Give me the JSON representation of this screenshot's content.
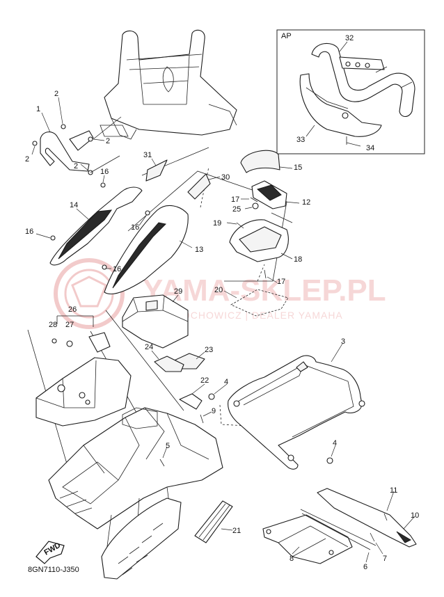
{
  "diagram": {
    "code": "8GN7110-J350",
    "inset_label": "AP",
    "fwd_label": "FWD",
    "watermark": {
      "main": "YAMA-SKLEP.PL",
      "sub": "MOTOCHOWICZ | DEALER YAMAHA",
      "color": "#e8a0a0"
    },
    "callouts": [
      {
        "id": "c1",
        "text": "1"
      },
      {
        "id": "c2a",
        "text": "2"
      },
      {
        "id": "c2b",
        "text": "2"
      },
      {
        "id": "c2c",
        "text": "2"
      },
      {
        "id": "c2d",
        "text": "2"
      },
      {
        "id": "c3",
        "text": "3"
      },
      {
        "id": "c4a",
        "text": "4"
      },
      {
        "id": "c4b",
        "text": "4"
      },
      {
        "id": "c5",
        "text": "5"
      },
      {
        "id": "c6",
        "text": "6"
      },
      {
        "id": "c7",
        "text": "7"
      },
      {
        "id": "c8",
        "text": "8"
      },
      {
        "id": "c9",
        "text": "9"
      },
      {
        "id": "c10",
        "text": "10"
      },
      {
        "id": "c11",
        "text": "11"
      },
      {
        "id": "c12",
        "text": "12"
      },
      {
        "id": "c13",
        "text": "13"
      },
      {
        "id": "c14",
        "text": "14"
      },
      {
        "id": "c15",
        "text": "15"
      },
      {
        "id": "c16a",
        "text": "16"
      },
      {
        "id": "c16b",
        "text": "16"
      },
      {
        "id": "c16c",
        "text": "16"
      },
      {
        "id": "c16d",
        "text": "16"
      },
      {
        "id": "c17a",
        "text": "17"
      },
      {
        "id": "c17b",
        "text": "17"
      },
      {
        "id": "c18",
        "text": "18"
      },
      {
        "id": "c19",
        "text": "19"
      },
      {
        "id": "c20",
        "text": "20"
      },
      {
        "id": "c21",
        "text": "21"
      },
      {
        "id": "c22",
        "text": "22"
      },
      {
        "id": "c23",
        "text": "23"
      },
      {
        "id": "c24",
        "text": "24"
      },
      {
        "id": "c25",
        "text": "25"
      },
      {
        "id": "c26",
        "text": "26"
      },
      {
        "id": "c27",
        "text": "27"
      },
      {
        "id": "c28",
        "text": "28"
      },
      {
        "id": "c29",
        "text": "29"
      },
      {
        "id": "c30",
        "text": "30"
      },
      {
        "id": "c31",
        "text": "31"
      },
      {
        "id": "c32",
        "text": "32"
      },
      {
        "id": "c33",
        "text": "33"
      },
      {
        "id": "c34",
        "text": "34"
      }
    ]
  }
}
